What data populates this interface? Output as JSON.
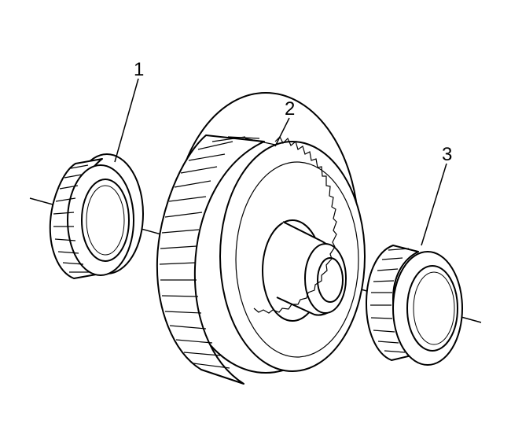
{
  "callouts": [
    {
      "id": "1",
      "label": "1"
    },
    {
      "id": "2",
      "label": "2"
    },
    {
      "id": "3",
      "label": "3"
    }
  ],
  "colors": {
    "stroke": "#000000",
    "fill": "#ffffff"
  }
}
